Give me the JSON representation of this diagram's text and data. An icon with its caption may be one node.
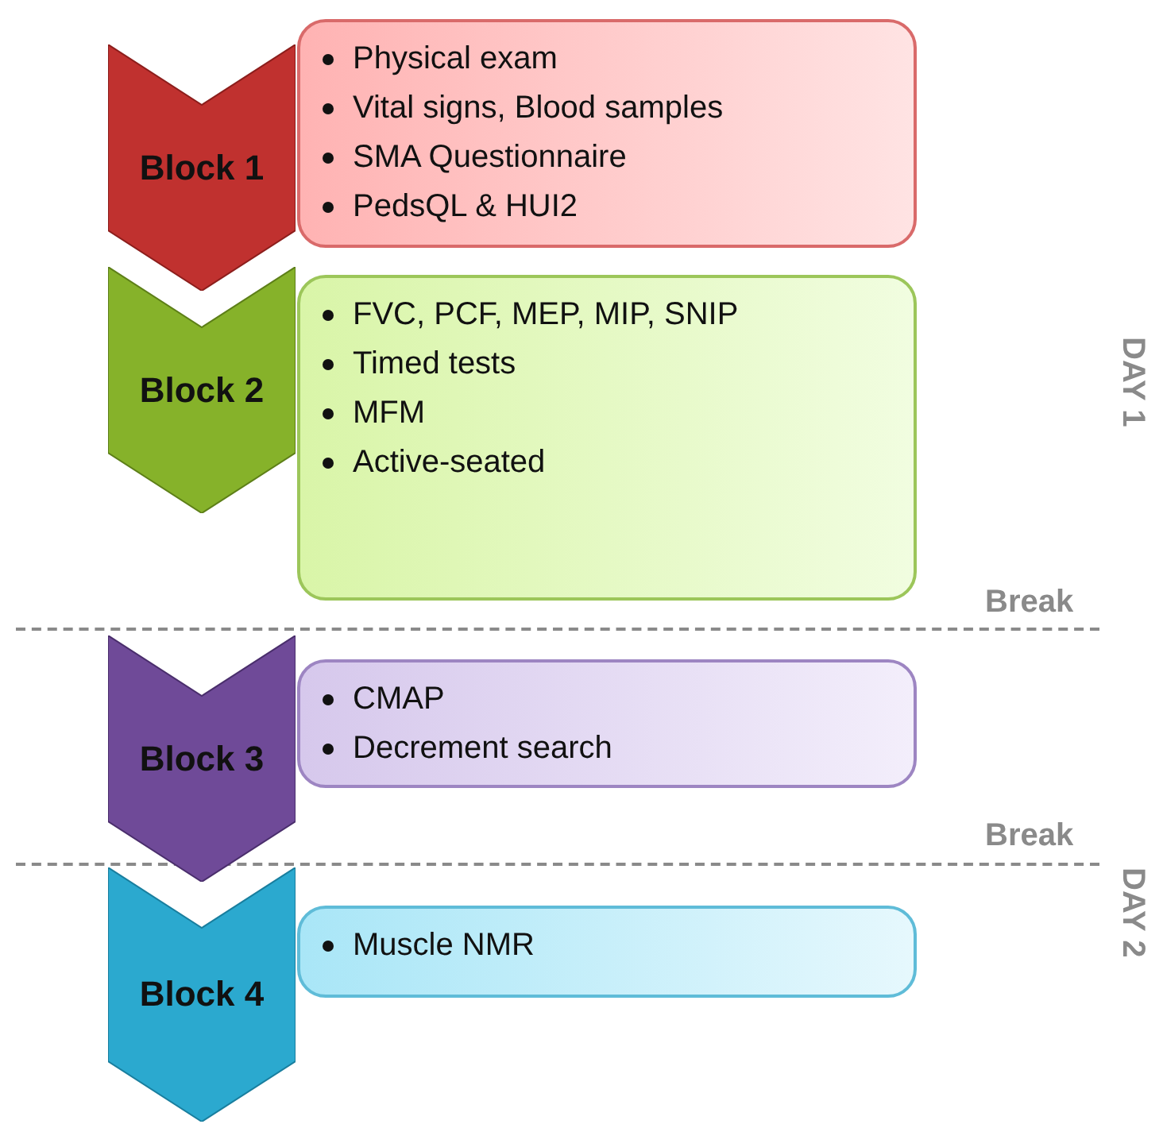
{
  "diagram": {
    "nodes": [
      {
        "text": [
          "Block 1"
        ]
      },
      {
        "text": [
          "Physical exam",
          "Vital signs, Blood samples",
          "SMA Questionnaire",
          "PedsQL & HUI2"
        ]
      },
      {
        "text": [
          "Block 2"
        ]
      },
      {
        "text": [
          "FVC, PCF, MEP, MIP, SNIP",
          "Timed tests",
          "MFM",
          "Active-seated"
        ]
      },
      {
        "text": [
          "Block 3"
        ]
      },
      {
        "text": [
          "CMAP",
          "Decrement search"
        ]
      },
      {
        "text": [
          "Block 4"
        ]
      },
      {
        "text": [
          "Muscle NMR"
        ]
      }
    ],
    "edges": [],
    "labels": [
      "DAY 1",
      "Break",
      "Break",
      "DAY 2"
    ]
  }
}
